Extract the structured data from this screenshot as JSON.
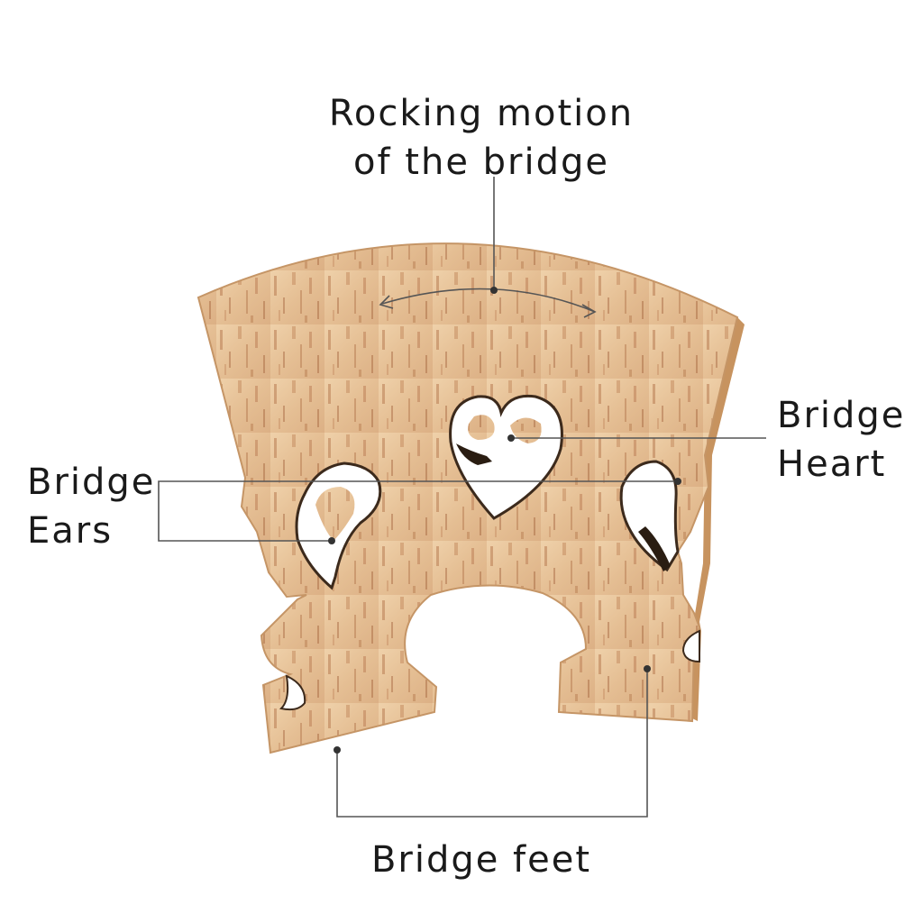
{
  "labels": {
    "rocking_line1": "Rocking motion",
    "rocking_line2": "of the bridge",
    "heart_line1": "Bridge",
    "heart_line2": "Heart",
    "ears_line1": "Bridge",
    "ears_line2": "Ears",
    "feet": "Bridge feet"
  },
  "colors": {
    "wood_base": "#e2b98c",
    "wood_light": "#f1d6b2",
    "wood_grain": "#b77a52",
    "wood_edge": "#c7935f",
    "cutout_shadow": "#3c2a1c",
    "leader": "#555555",
    "text": "#1a1a1a"
  }
}
